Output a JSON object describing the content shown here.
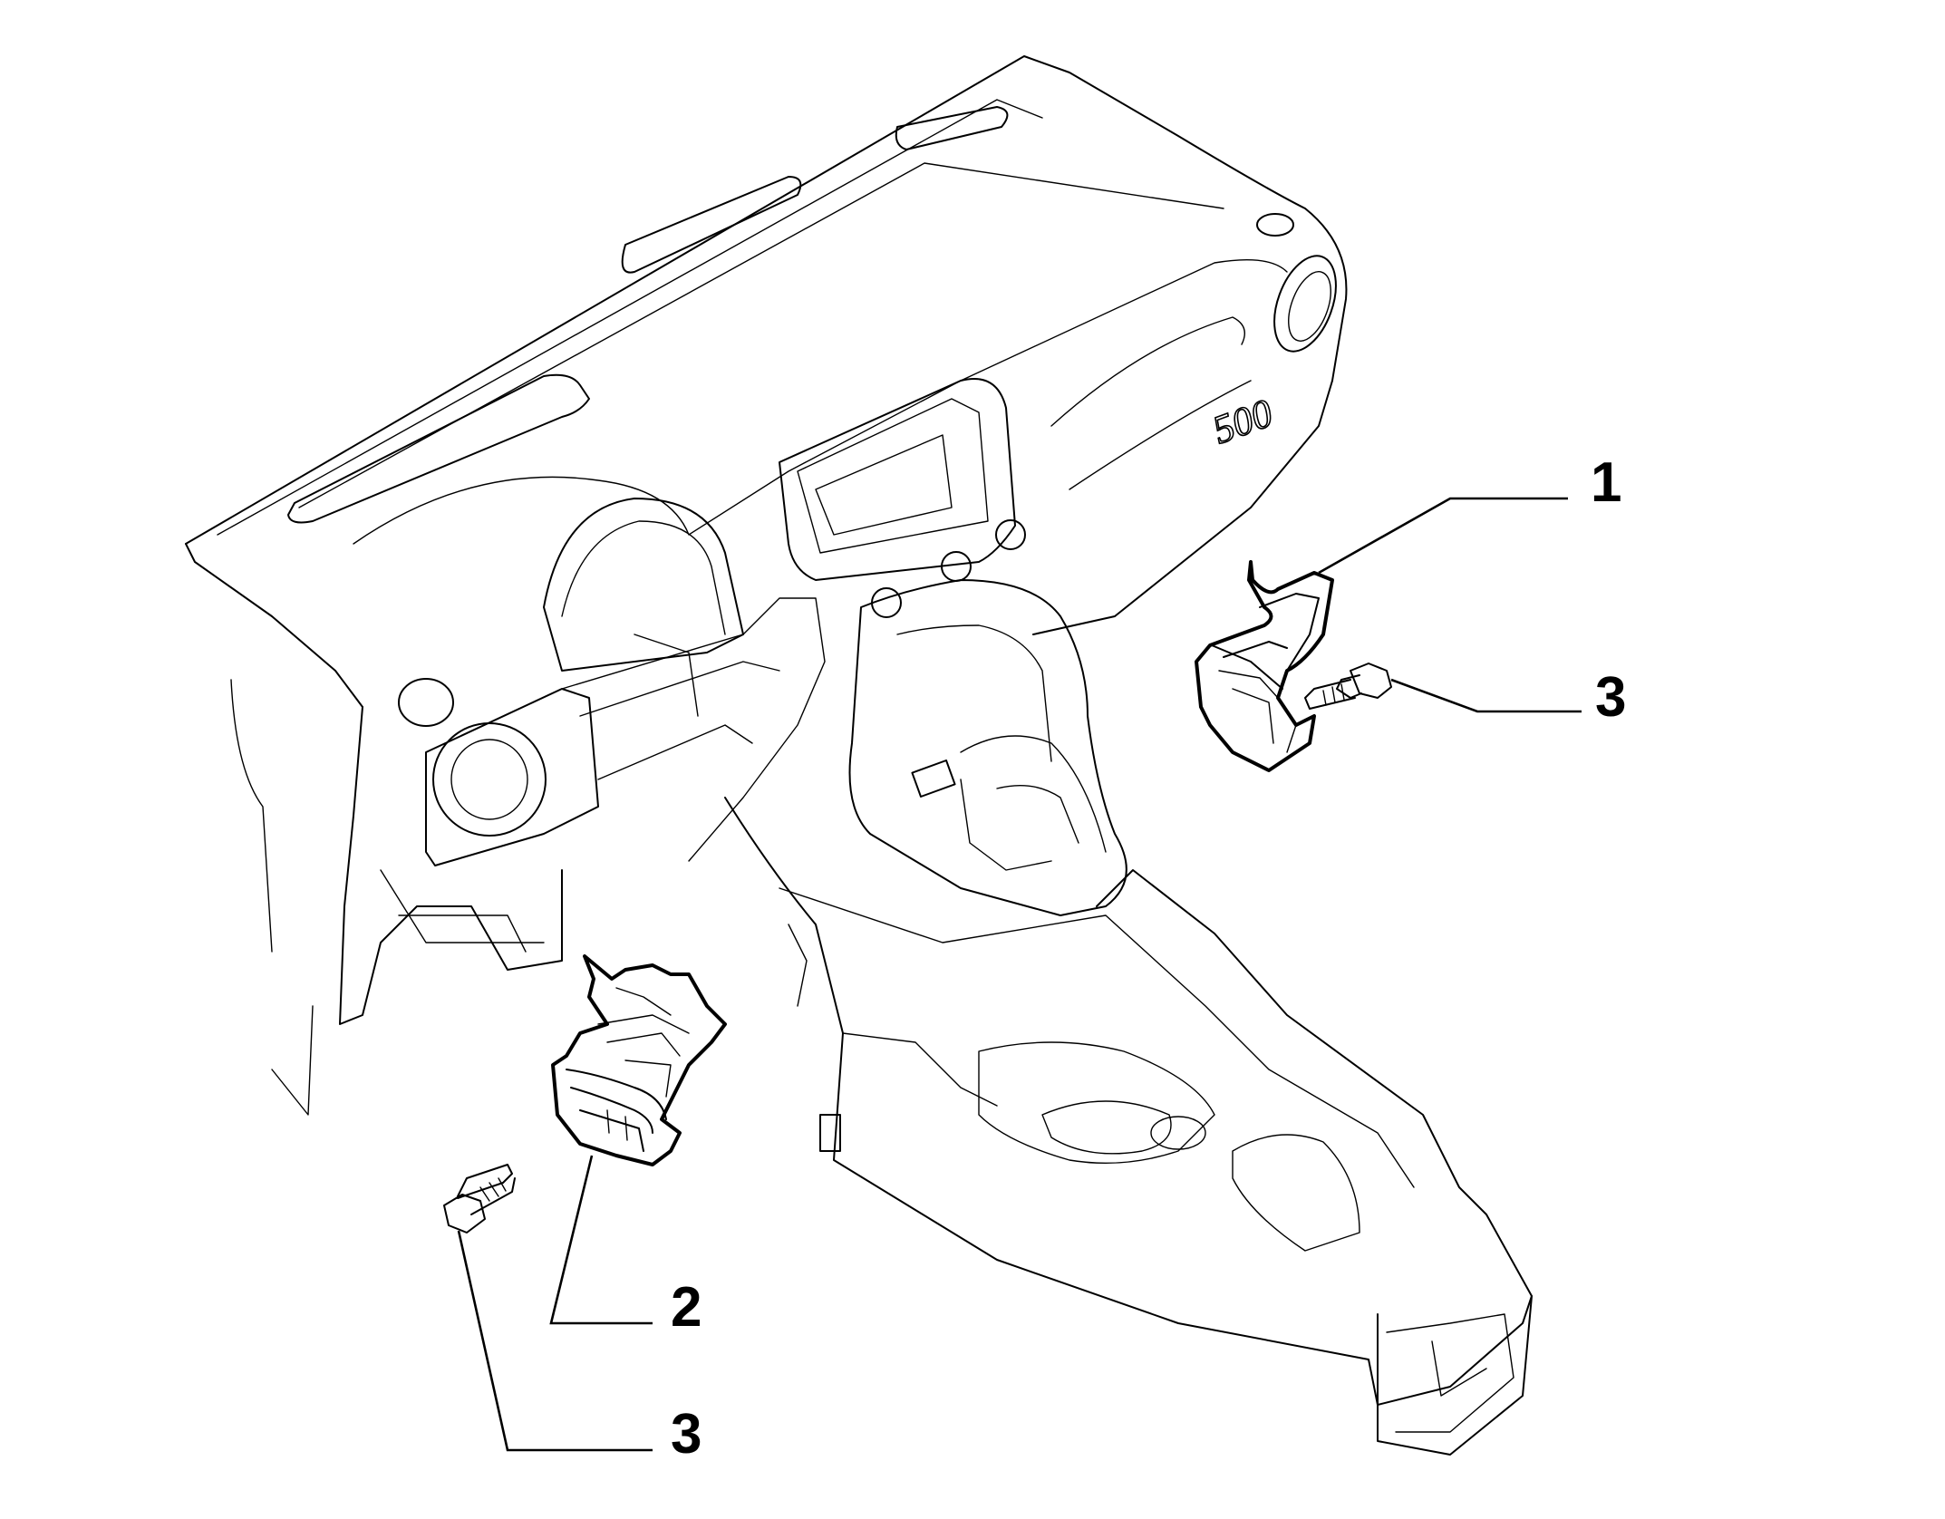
{
  "callouts": [
    {
      "id": "callout-1",
      "label": "1"
    },
    {
      "id": "callout-2",
      "label": "2"
    },
    {
      "id": "callout-3-right",
      "label": "3"
    },
    {
      "id": "callout-3-left",
      "label": "3"
    }
  ],
  "colors": {
    "line": "#000000",
    "background": "#ffffff"
  }
}
